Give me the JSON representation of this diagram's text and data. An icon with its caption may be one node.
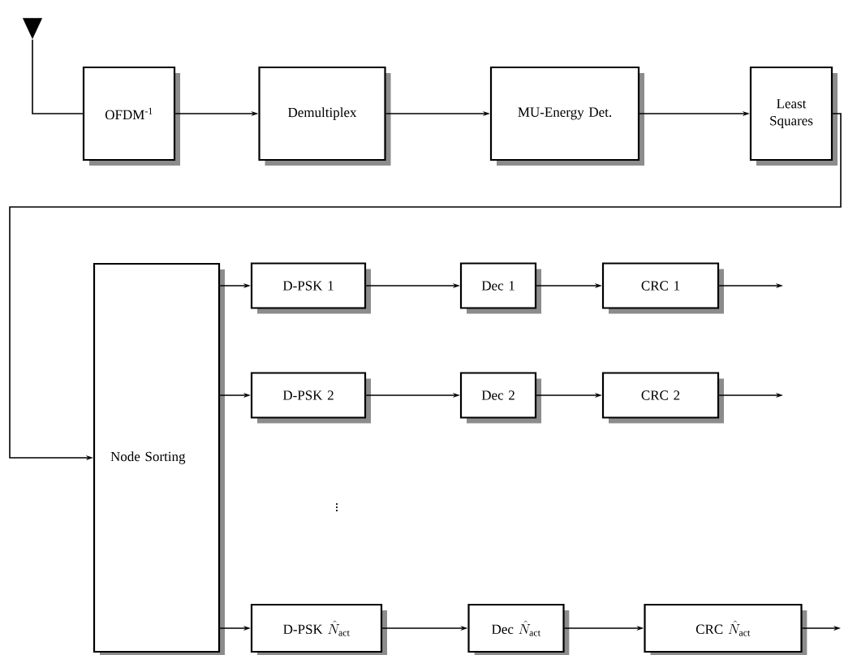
{
  "diagram": {
    "nodes": [
      {
        "text": [],
        "shape": "triangle"
      },
      {
        "text": [
          "OFDM$^{-1}$"
        ]
      },
      {
        "text": [
          "Demultiplex"
        ]
      },
      {
        "text": [
          "MU-Energy Det."
        ]
      },
      {
        "text": [
          "Least Squares"
        ]
      },
      {
        "text": [
          "Node Sorting"
        ]
      },
      {
        "text": [
          "D-PSK 1"
        ]
      },
      {
        "text": [
          "Dec 1"
        ]
      },
      {
        "text": [
          "CRC 1"
        ]
      },
      {
        "text": [
          "D-PSK 2"
        ]
      },
      {
        "text": [
          "Dec 2"
        ]
      },
      {
        "text": [
          "CRC 2"
        ]
      },
      {
        "text": [
          "D-PSK",
          "\\hat{N}_{\\mathrm{act}}"
        ]
      },
      {
        "text": [
          "Dec",
          "\\hat{N}_{\\mathrm{act}}"
        ]
      },
      {
        "text": [
          "CRC",
          "\\hat{N}_{\\mathrm{act}}"
        ]
      }
    ],
    "edges": [
      {
        "from": 0,
        "to": 1,
        "arrow": "none"
      },
      {
        "from": 1,
        "to": 2,
        "arrow": "to"
      },
      {
        "from": 2,
        "to": 3,
        "arrow": "to"
      },
      {
        "from": 3,
        "to": 4,
        "arrow": "to"
      },
      {
        "from": 4,
        "to": 5,
        "arrow": "to"
      },
      {
        "from": 5,
        "to": 6,
        "arrow": "to"
      },
      {
        "from": 5,
        "to": 9,
        "arrow": "to"
      },
      {
        "from": 5,
        "to": 12,
        "arrow": "to"
      },
      {
        "from": 6,
        "to": 7,
        "arrow": "to"
      },
      {
        "from": 7,
        "to": 8,
        "arrow": "to"
      },
      {
        "from": 9,
        "to": 10,
        "arrow": "to"
      },
      {
        "from": 10,
        "to": 11,
        "arrow": "to"
      },
      {
        "from": 12,
        "to": 13,
        "arrow": "to"
      },
      {
        "from": 13,
        "to": 14,
        "arrow": "to"
      },
      {
        "from": 8,
        "to": null,
        "arrow": "to"
      },
      {
        "from": 11,
        "to": null,
        "arrow": "to"
      },
      {
        "from": 14,
        "to": null,
        "arrow": "to"
      }
    ],
    "labels": [
      "\\vdots"
    ]
  }
}
